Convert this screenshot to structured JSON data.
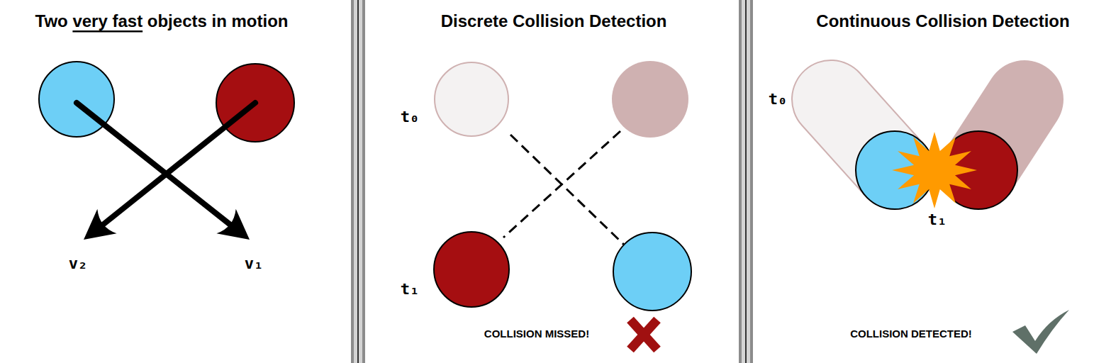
{
  "diagram": {
    "labels": [
      "Two very fast objects in motion",
      "Discrete Collision Detection",
      "Continuous Collision Detection",
      "v₂",
      "v₁",
      "t₀",
      "t₁",
      "COLLISION MISSED!",
      "t₀",
      "t₁",
      "COLLISION DETECTED!"
    ]
  }
}
